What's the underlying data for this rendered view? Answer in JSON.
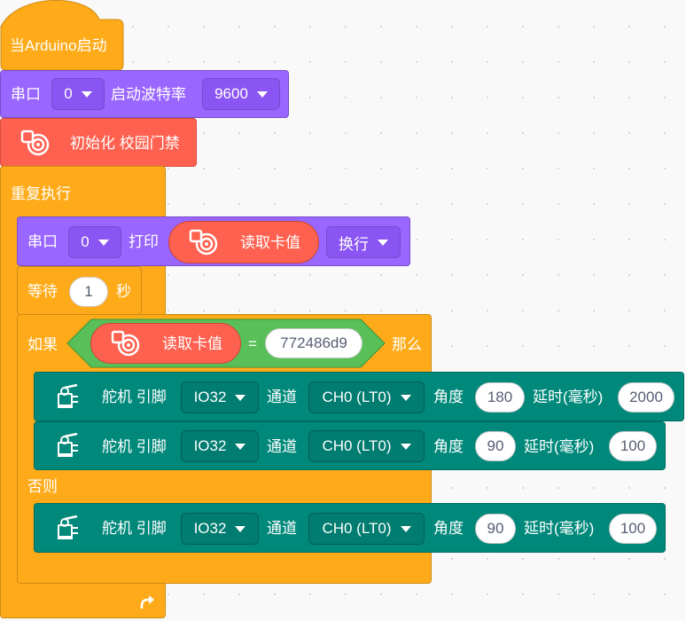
{
  "start_block": {
    "label": "当Arduino启动"
  },
  "serial_begin": {
    "label_serial": "串口",
    "port": "0",
    "label_baud": "启动波特率",
    "baud": "9600"
  },
  "init_block": {
    "label": "初始化 校园门禁"
  },
  "forever_block": {
    "label": "重复执行"
  },
  "serial_print": {
    "label_serial": "串口",
    "port": "0",
    "label_print": "打印",
    "reporter": "读取卡值",
    "newline": "换行"
  },
  "wait_block": {
    "label_wait": "等待",
    "value": "1",
    "label_unit": "秒"
  },
  "if_block": {
    "label_if": "如果",
    "reporter": "读取卡值",
    "operator": "=",
    "compare_value": "772486d9",
    "label_then": "那么",
    "label_else": "否则"
  },
  "servo_blocks": [
    {
      "label_servo": "舵机 引脚",
      "pin": "IO32",
      "label_channel": "通道",
      "channel": "CH0 (LT0)",
      "label_angle": "角度",
      "angle": "180",
      "label_delay": "延时(毫秒)",
      "delay": "2000"
    },
    {
      "label_servo": "舵机 引脚",
      "pin": "IO32",
      "label_channel": "通道",
      "channel": "CH0 (LT0)",
      "label_angle": "角度",
      "angle": "90",
      "label_delay": "延时(毫秒)",
      "delay": "100"
    },
    {
      "label_servo": "舵机 引脚",
      "pin": "IO32",
      "label_channel": "通道",
      "channel": "CH0 (LT0)",
      "label_angle": "角度",
      "angle": "90",
      "label_delay": "延时(毫秒)",
      "delay": "100"
    }
  ],
  "colors": {
    "control": "#ffab19",
    "serial": "#9966ff",
    "rfid": "#ff6150",
    "servo": "#00897b",
    "operator": "#59c059"
  },
  "icons": {
    "rfid": "rfid-target-icon",
    "servo": "servo-motor-icon",
    "loop_arrow": "loop-arrow-icon"
  }
}
